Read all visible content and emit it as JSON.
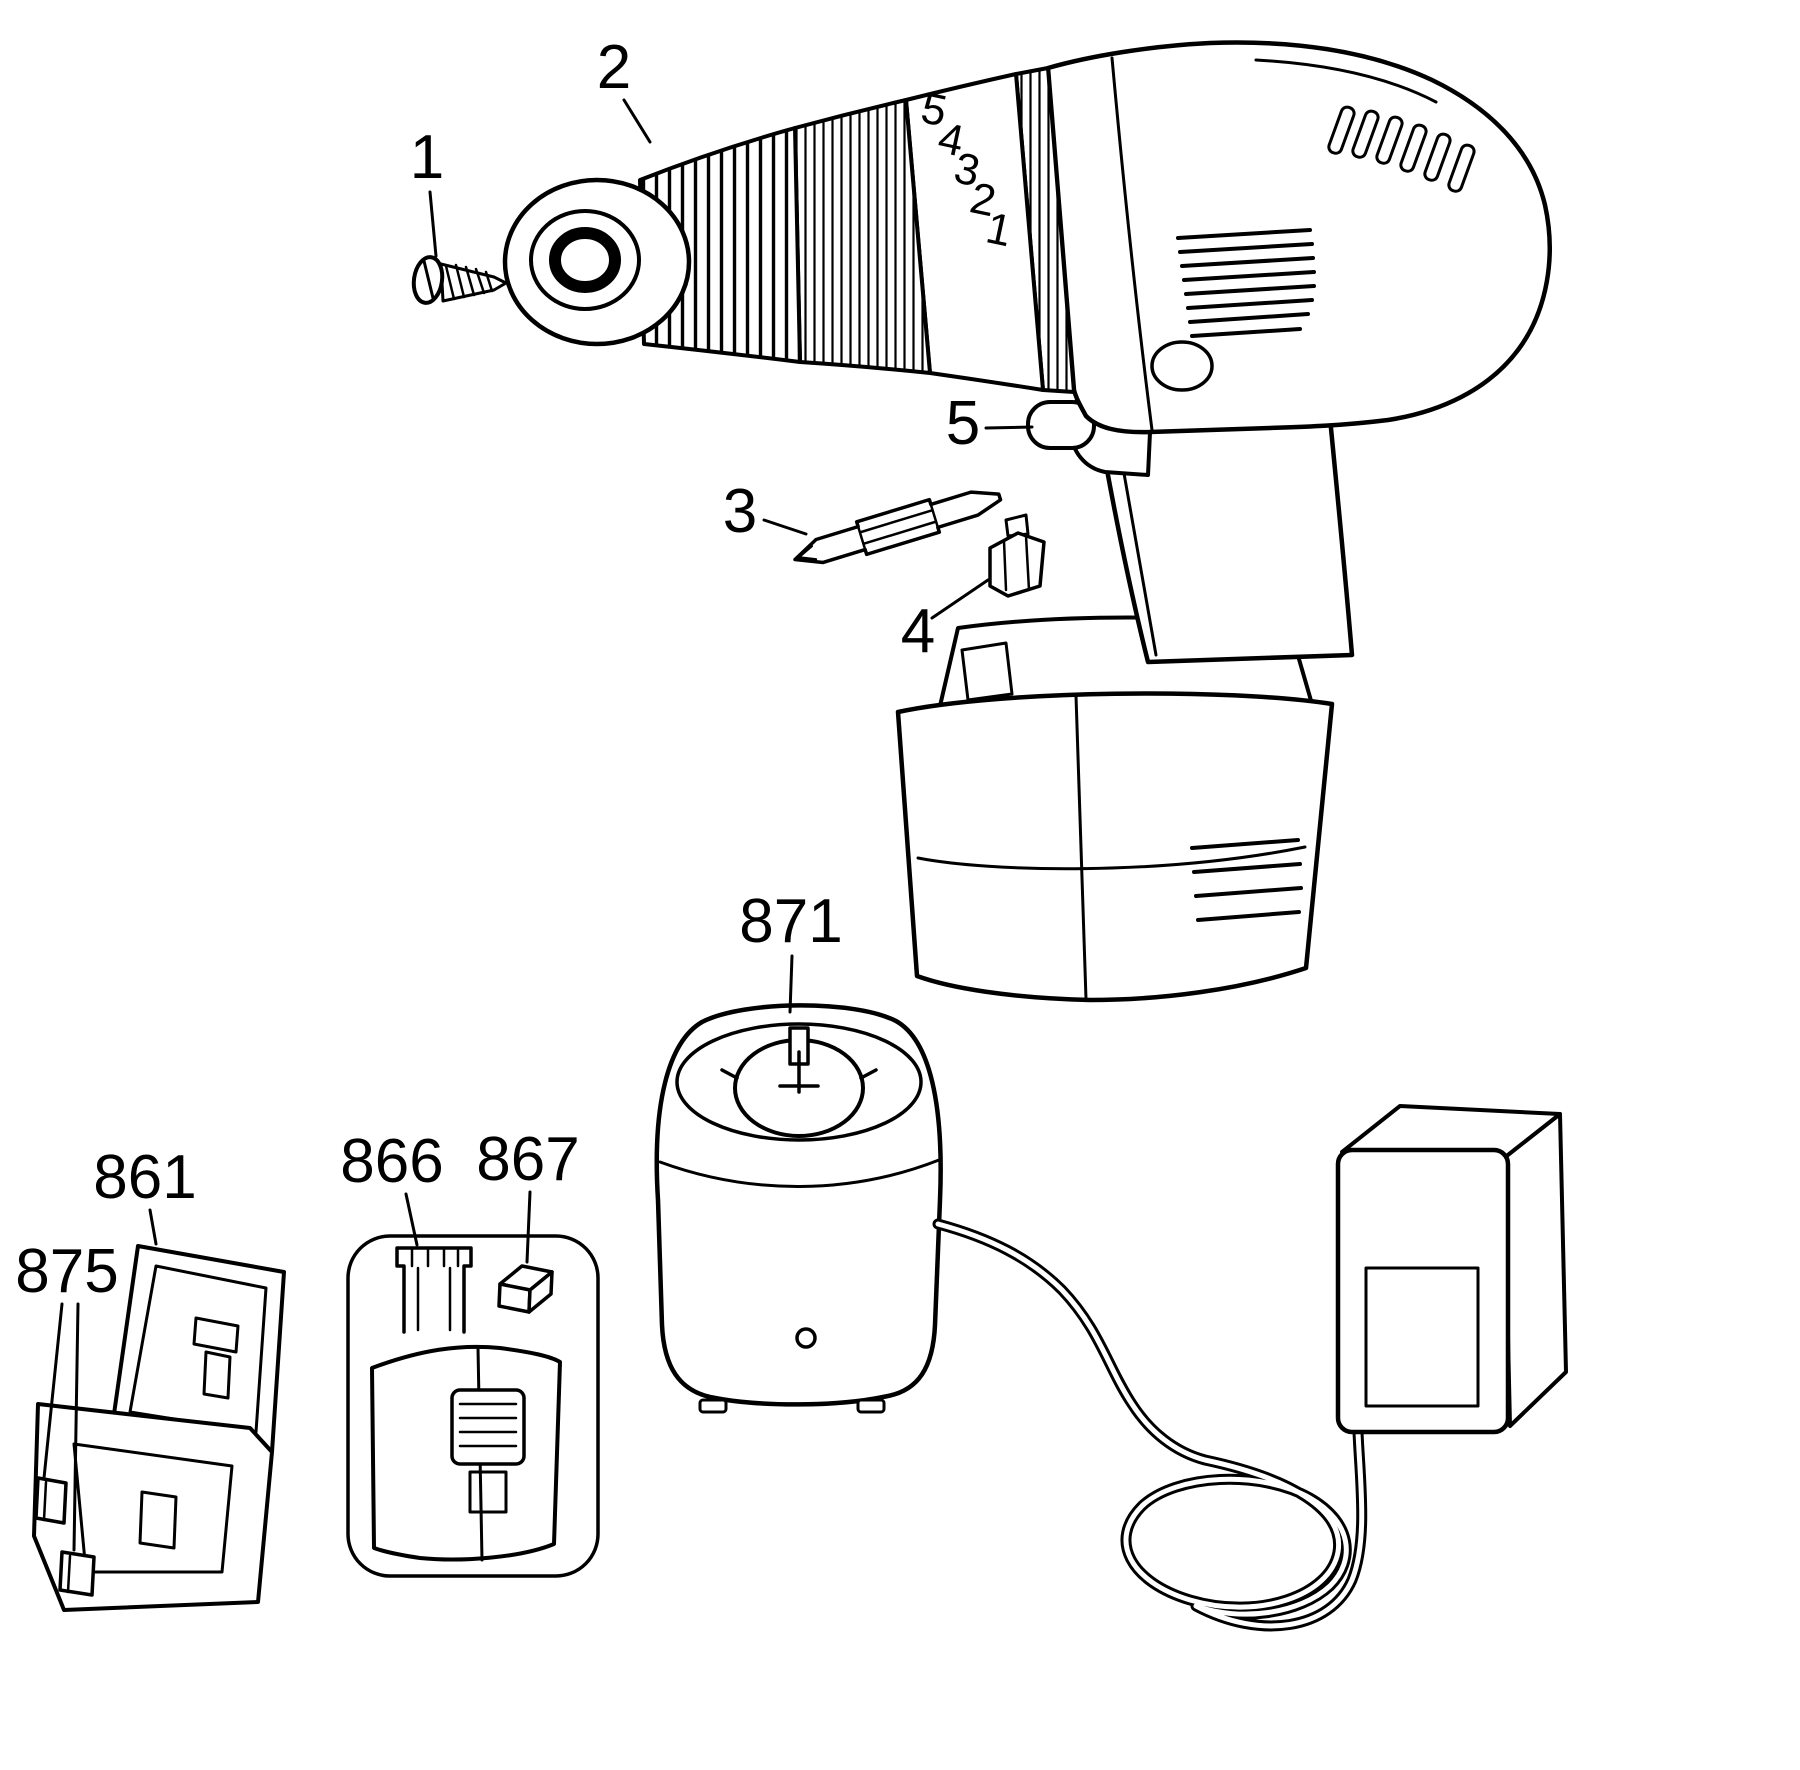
{
  "colors": {
    "ink": "#000000",
    "paper": "#ffffff"
  },
  "diagram": {
    "callouts": {
      "screw": "1",
      "chuck": "2",
      "screwdriver_bit": "3",
      "bit_holder_clip": "4",
      "forward_reverse_button": "5",
      "charger_base": "871",
      "kit_box": "861",
      "kit_box_latches": "875",
      "battery_pack": "866",
      "terminal_block": "867"
    },
    "clutch_ring_markings": [
      "1",
      "2",
      "3",
      "4",
      "5"
    ]
  }
}
